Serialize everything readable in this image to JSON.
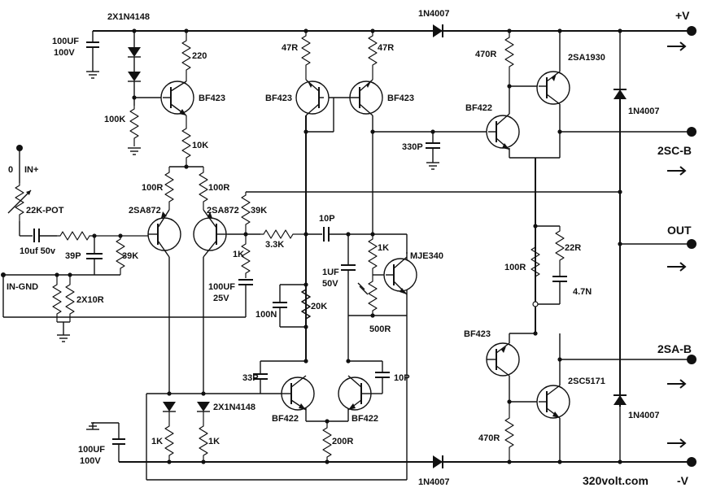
{
  "rails": {
    "vplus": "+V",
    "vminus": "-V",
    "out": "OUT",
    "sc_bias": "2SC-B",
    "sa_bias": "2SA-B"
  },
  "transistors": [
    {
      "id": "q_top_bias",
      "label": "BF423"
    },
    {
      "id": "q_cm1",
      "label": "BF423"
    },
    {
      "id": "q_cm2",
      "label": "BF423"
    },
    {
      "id": "q_diff_left",
      "label": "2SA872"
    },
    {
      "id": "q_diff_right",
      "label": "2SA872"
    },
    {
      "id": "q_vas_low_left",
      "label": "BF422"
    },
    {
      "id": "q_vas_low_right",
      "label": "BF422"
    },
    {
      "id": "q_vbe",
      "label": "MJE340"
    },
    {
      "id": "q_drv_top",
      "label": "BF422"
    },
    {
      "id": "q_out_top",
      "label": "2SA1930"
    },
    {
      "id": "q_drv_bot",
      "label": "BF423"
    },
    {
      "id": "q_out_bot",
      "label": "2SC5171"
    }
  ],
  "labels": {
    "diode_top": "2X1N4148",
    "cap_top": "100UF",
    "cap_top_v": "100V",
    "r220": "220",
    "r100k": "100K",
    "r10k": "10K",
    "r100r_l": "100R",
    "r100r_r": "100R",
    "in_plus": "IN+",
    "in_zero": "0",
    "pot": "22K-POT",
    "cap_in": "10uf 50v",
    "c39p": "39P",
    "r39k_in": "39K",
    "in_gnd": "IN-GND",
    "r2x10r": "2X10R",
    "r39k_fb": "39K",
    "r1k_fb": "1K",
    "cap_fb": "100UF",
    "cap_fb_v": "25V",
    "r47r_l": "47R",
    "r47r_r": "47R",
    "r3k3": "3.3K",
    "c10p_top": "10P",
    "c1uf": "1UF",
    "c1uf_v": "50V",
    "r1k_vbe": "1K",
    "r500r": "500R",
    "r20k": "20K",
    "c100n": "100N",
    "c33p": "33P",
    "c10p_bot": "10P",
    "r200r": "200R",
    "diode_bot": "2X1N4148",
    "r1k_l": "1K",
    "r1k_r": "1K",
    "cap_bot": "100UF",
    "cap_bot_v": "100V",
    "diode_rail_top": "1N4007",
    "diode_rail_bot": "1N4007",
    "r470r_top": "470R",
    "c330p": "330P",
    "r22r": "22R",
    "c4n7": "4.7N",
    "r100r_out": "100R",
    "r470r_bot": "470R",
    "d_clamp_top": "1N4007",
    "d_clamp_bot": "1N4007",
    "website": "320volt.com"
  }
}
